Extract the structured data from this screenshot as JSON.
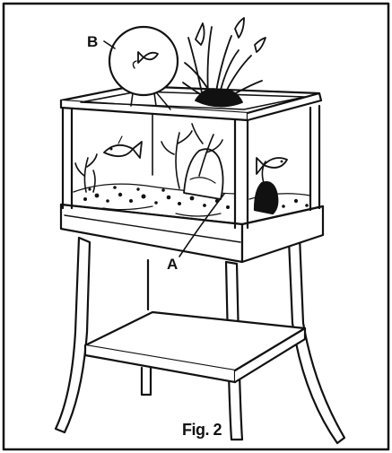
{
  "labels": {
    "a": "A",
    "b": "B"
  },
  "caption": "Fig. 2",
  "icons": {
    "aquarium": "aquarium-tank-icon",
    "bowl": "fish-bowl-icon",
    "stand": "stand-icon",
    "fish": "fish-icon",
    "plant": "plant-icon"
  },
  "colors": {
    "ink": "#111111",
    "paper": "#ffffff"
  }
}
